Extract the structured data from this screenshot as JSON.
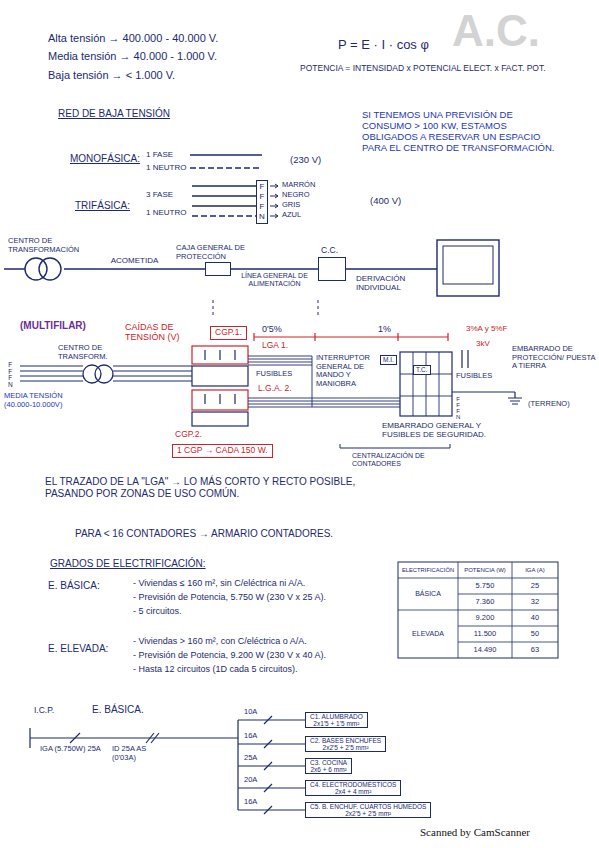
{
  "diagram": {
    "nodes": [
      {
        "text": [
          "F F F N"
        ]
      },
      {
        "text": [
          "CENTRO DE TRANSFORMACIÓN"
        ]
      },
      {
        "text": [
          "CAJA GENERAL DE PROTECCIÓN"
        ]
      },
      {
        "text": [
          "C.C."
        ]
      },
      {
        "text": [
          "CGP.1."
        ]
      },
      {
        "text": [
          "1 CGP → CADA 150 W."
        ]
      },
      {
        "text": [
          "M.I."
        ]
      },
      {
        "text": [
          "T.C."
        ]
      },
      {
        "text": [
          "C1. ALUMBRADO",
          "2x1'5 + 1'5 mm²"
        ]
      },
      {
        "text": [
          "C2. BASES ENCHUFES",
          "2x2'5 + 2'5 mm²"
        ]
      },
      {
        "text": [
          "C3. COCINA",
          "2x6 + 6 mm²"
        ]
      },
      {
        "text": [
          "C4. ELECTRODOMÉSTICOS",
          "2x4 + 4 mm²"
        ]
      },
      {
        "text": [
          "C5. B. ENCHUF. CUARTOS HÚMEDOS",
          "2x2'5 + 2'5 mm²"
        ]
      }
    ],
    "edges": [
      {
        "from": 1,
        "to": 2,
        "arrow": "none",
        "label": "ACOMETIDA"
      },
      {
        "from": 2,
        "to": 3,
        "arrow": "none",
        "label": "LÍNEA GENERAL DE ALIMENTACIÓN"
      }
    ],
    "labels": [
      "Alta tensión → 400.000 - 40.000 V.",
      "Media tensión → 40.000 - 1.000 V.",
      "Baja tensión → < 1.000 V.",
      "P = E · I · cos φ",
      "POTENCIA = INTENSIDAD x POTENCIAL ELECT. x FACT. POT.",
      "A.C.",
      "RED DE BAJA TENSIÓN",
      "SI TENEMOS UNA PREVISIÓN DE CONSUMO > 100 KW, ESTAMOS OBLIGADOS A RESERVAR UN ESPACIO PARA EL CENTRO DE TRANSFORMACIÓN.",
      "MONOFÁSICA:",
      "1 FASE",
      "1 NEUTRO",
      "(230 V)",
      "TRIFÁSICA:",
      "3 FASE",
      "1 NEUTRO",
      "MARRÓN",
      "NEGRO",
      "GRIS",
      "AZUL",
      "(400 V)",
      "DERIVACIÓN INDIVIDUAL",
      "(MULTIFILAR)",
      "CAÍDAS DE TENSIÓN (V)",
      "0'5%",
      "1%",
      "3%A y 5%F",
      "CENTRO DE TRANSFORM.",
      "F F F N",
      "MEDIA TENSIÓN (40.000-10.000V)",
      "LGA 1.",
      "FUSIBLES",
      "L.G.A. 2.",
      "CGP.2.",
      "INTERRUPTOR GENERAL DE MANDO Y MANIOBRA",
      "3kV",
      "FUSIBLES",
      "EMBARRADO DE PROTECCIÓN/ PUESTA A TIERRA",
      "(TERRENO)",
      "F F F N",
      "EMBARRADO GENERAL Y FUSIBLES DE SEGURIDAD.",
      "CENTRALIZACIÓN DE CONTADORES",
      "EL TRAZADO DE LA \"LGA\" → LO MÁS CORTO Y RECTO POSIBLE, PASANDO POR ZONAS DE USO COMÚN.",
      "PARA < 16 CONTADORES → ARMARIO CONTADORES.",
      "GRADOS DE ELECTRIFICACIÓN:",
      "E. BÁSICA:",
      "- Viviendas ≤ 160 m², sin C/eléctrica ni A/A.",
      "- Previsión de Potencia, 5.750 W (230 V x 25 A).",
      "- 5 circuitos.",
      "E. ELEVADA:",
      "- Viviendas > 160 m², con C/eléctrica o A/A.",
      "- Previsión de Potencia, 9.200 W (230 V x 40 A).",
      "- Hasta 12 circuitos (1D cada 5 circuitos).",
      "ELECTRIFICACIÓN",
      "POTENCIA (W)",
      "IGA (A)",
      "BÁSICA",
      "5.750",
      "25",
      "7.360",
      "32",
      "9.200",
      "40",
      "ELEVADA",
      "11.500",
      "50",
      "14.490",
      "63",
      "I.C.P.",
      "E. BÁSICA.",
      "IGA (5.750W) 25A",
      "ID 25A AS (0'03A)",
      "10A",
      "16A",
      "25A",
      "20A",
      "16A",
      "Scanned by CamScanner"
    ]
  }
}
